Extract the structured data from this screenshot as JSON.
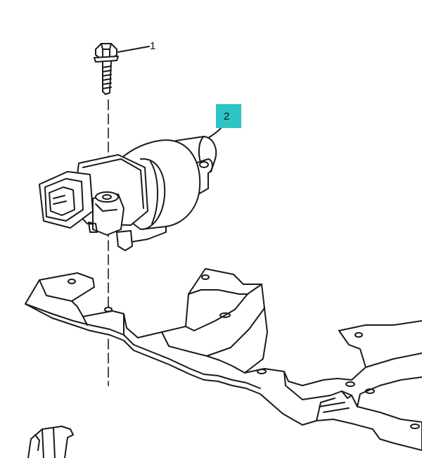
{
  "callouts": [
    {
      "id": "1",
      "text": "1"
    },
    {
      "id": "2",
      "text": "2"
    }
  ],
  "colors": {
    "line": "#1a1a1a",
    "highlight": "#2ec4c6",
    "background": "#ffffff"
  },
  "icons": {
    "bolt": "bolt-icon",
    "sensor": "sensor-icon",
    "bracket": "bracket-icon",
    "connector": "connector-icon"
  }
}
